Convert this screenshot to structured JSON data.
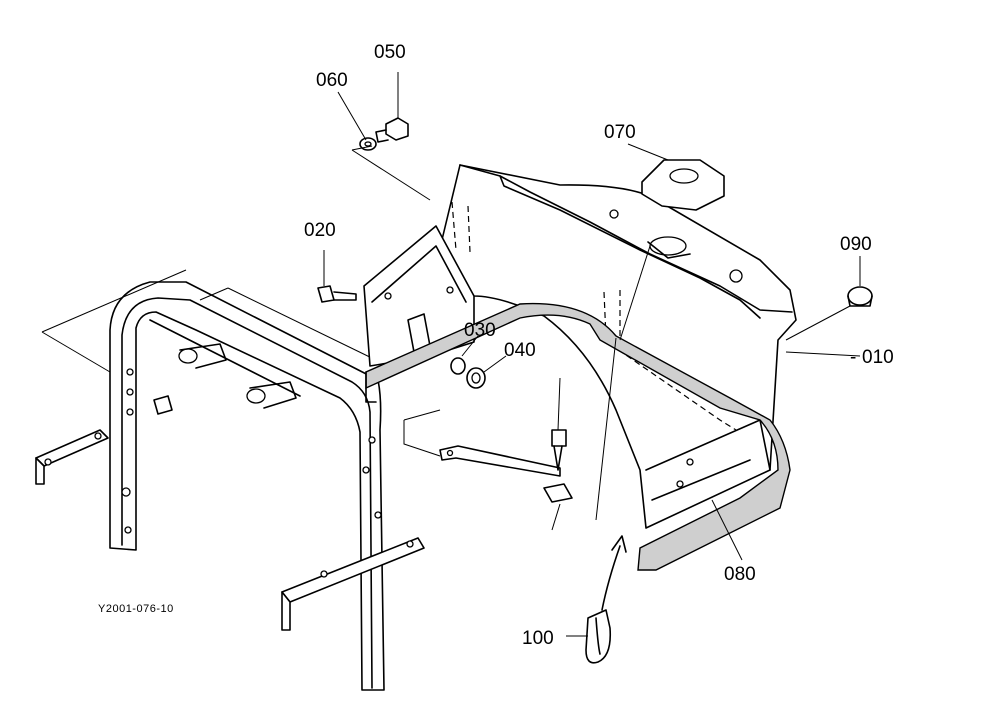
{
  "callouts": {
    "p010": "010",
    "p020": "020",
    "p030": "030",
    "p040": "040",
    "p050": "050",
    "p060": "060",
    "p070": "070",
    "p080": "080",
    "p090": "090",
    "p100": "100"
  },
  "diagram_code": "Y2001-076-10",
  "colors": {
    "line": "#000000",
    "background": "#ffffff",
    "foam_fill": "#cfcfcf"
  }
}
